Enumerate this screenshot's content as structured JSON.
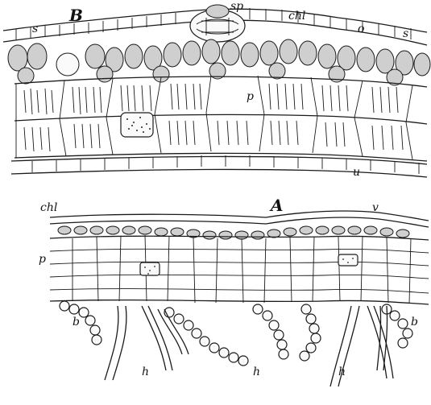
{
  "figure": {
    "panel_b": {
      "panel_label": "B",
      "labels": {
        "s_left": "s",
        "sp": "sp",
        "chl": "chl",
        "o": "o",
        "s_right": "s",
        "p": "p",
        "u": "u"
      }
    },
    "panel_a": {
      "panel_label": "A",
      "labels": {
        "chl": "chl",
        "v": "v",
        "p": "p",
        "b_left": "b",
        "b_right": "b",
        "h_left": "h",
        "h_mid": "h",
        "h_right": "h"
      }
    }
  }
}
